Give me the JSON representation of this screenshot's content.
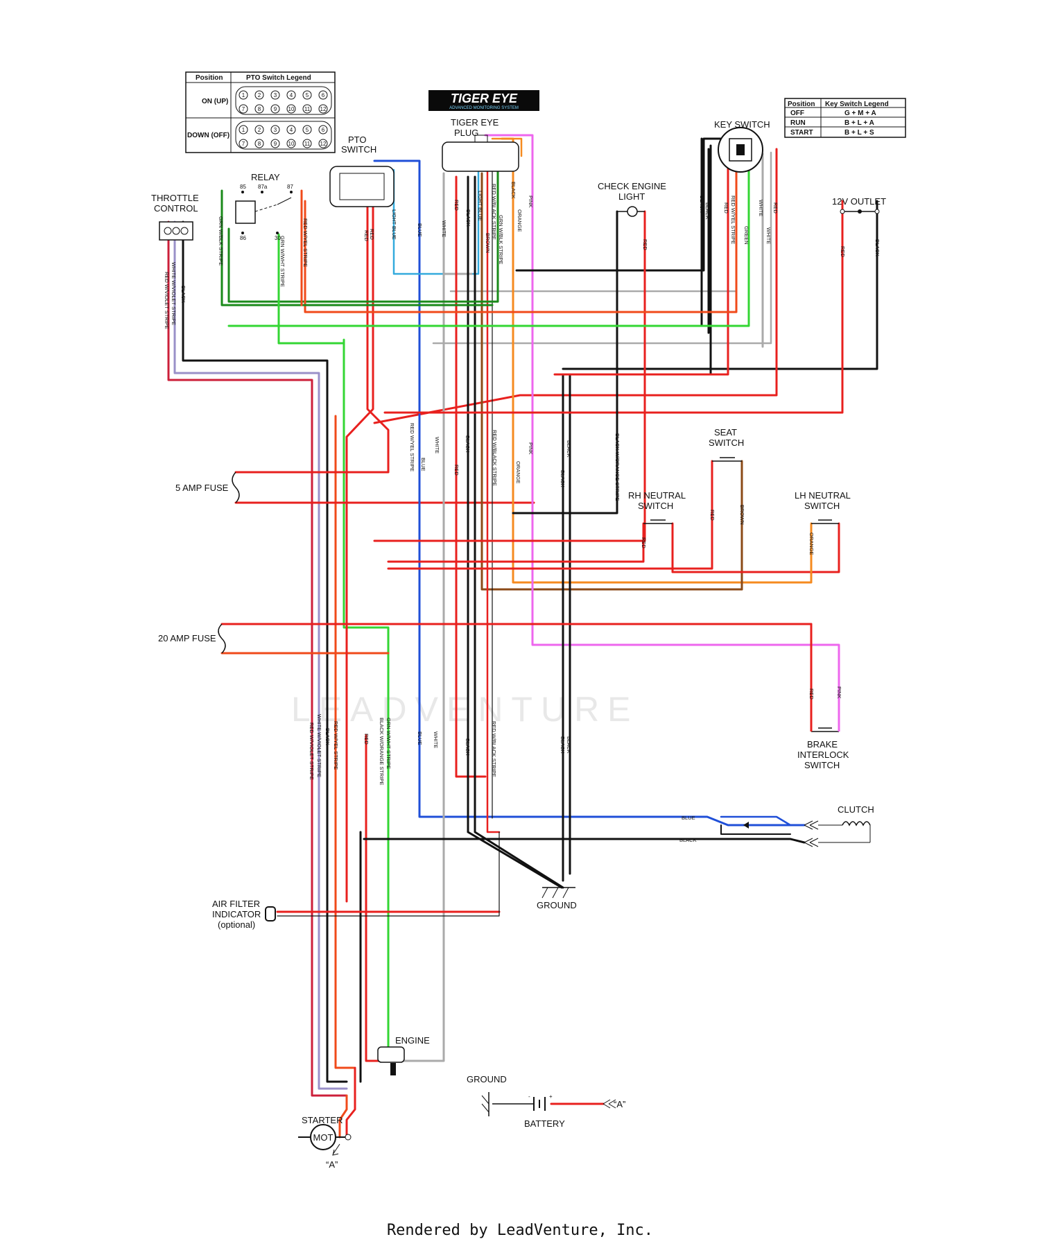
{
  "brand": {
    "logo_text": "TIGER EYE",
    "logo_subtext": "ADVANCED MONITORING SYSTEM"
  },
  "pto_legend": {
    "col_position": "Position",
    "col_title": "PTO Switch Legend",
    "rows": [
      {
        "position": "ON (UP)",
        "pins": [
          "1",
          "2",
          "3",
          "4",
          "5",
          "6",
          "7",
          "8",
          "9",
          "10",
          "11",
          "12"
        ]
      },
      {
        "position": "DOWN (OFF)",
        "pins": [
          "1",
          "2",
          "3",
          "4",
          "5",
          "6",
          "7",
          "8",
          "9",
          "10",
          "11",
          "12"
        ]
      }
    ]
  },
  "key_legend": {
    "col_position": "Position",
    "col_title": "Key Switch Legend",
    "rows": [
      {
        "position": "OFF",
        "value": "G + M + A"
      },
      {
        "position": "RUN",
        "value": "B + L + A"
      },
      {
        "position": "START",
        "value": "B + L + S"
      }
    ]
  },
  "labels": {
    "tiger_eye_plug": [
      "TIGER EYE",
      "PLUG"
    ],
    "pto_switch": [
      "PTO",
      "SWITCH"
    ],
    "relay": "RELAY",
    "throttle_control": [
      "THROTTLE",
      "CONTROL"
    ],
    "check_engine_light": [
      "CHECK ENGINE",
      "LIGHT"
    ],
    "key_switch": "KEY SWITCH",
    "outlet_12v": "12V OUTLET",
    "seat_switch": [
      "SEAT",
      "SWITCH"
    ],
    "rh_neutral_switch": [
      "RH NEUTRAL",
      "SWITCH"
    ],
    "lh_neutral_switch": [
      "LH NEUTRAL",
      "SWITCH"
    ],
    "fuse_5a": "5 AMP FUSE",
    "fuse_20a": "20 AMP FUSE",
    "brake_interlock_switch": [
      "BRAKE",
      "INTERLOCK",
      "SWITCH"
    ],
    "clutch": "CLUTCH",
    "ground_main": "GROUND",
    "ground_battery": "GROUND",
    "battery": "BATTERY",
    "air_filter_indicator": [
      "AIR FILTER",
      "INDICATOR",
      "(optional)"
    ],
    "engine": "ENGINE",
    "starter": "STARTER",
    "motor": "MOT",
    "ref_a_starter": "“A”",
    "ref_a_battery": "“A”",
    "battery_minus": "-",
    "battery_plus": "+"
  },
  "relay_pins": {
    "p85": "85",
    "p87a": "87a",
    "p87": "87",
    "p86": "86",
    "p30": "30"
  },
  "wire_labels": {
    "red_yel_stripe": "RED W/YEL STRIPE",
    "red_blk_stripe": "RED W/BLACK STRIPE",
    "grn_blk_stripe": "GRN W/BLK STRIPE",
    "grn_wht_stripe": "GRN W/WHT STRIPE",
    "white_violet_stripe": "WHITE W/VIOLET STRIPE",
    "red_violet_stripe": "RED W/VIOLET STRIPE",
    "black_orange_stripe": "BLACK W/ORANGE STRIPE",
    "red": "RED",
    "black": "BLACK",
    "blue": "BLUE",
    "light_blue": "LIGHT BLUE",
    "white": "WHITE",
    "orange": "ORANGE",
    "pink": "PINK",
    "brown": "BROWN",
    "green": "GREEN"
  },
  "watermark": "LEADVENTURE",
  "footer": "Rendered by LeadVenture, Inc.",
  "colors": {
    "red": "#e8201e",
    "orange_red": "#f04a1a",
    "black": "#111111",
    "green": "#33d633",
    "dark_green": "#1a8a1a",
    "blue": "#1f4fd8",
    "light_blue": "#33aadd",
    "pink": "#ee66ee",
    "orange": "#f58a1f",
    "brown": "#8b4a17",
    "gray": "#aaaaaa",
    "violet": "#9a90c8",
    "crimson": "#cc1f3a"
  }
}
